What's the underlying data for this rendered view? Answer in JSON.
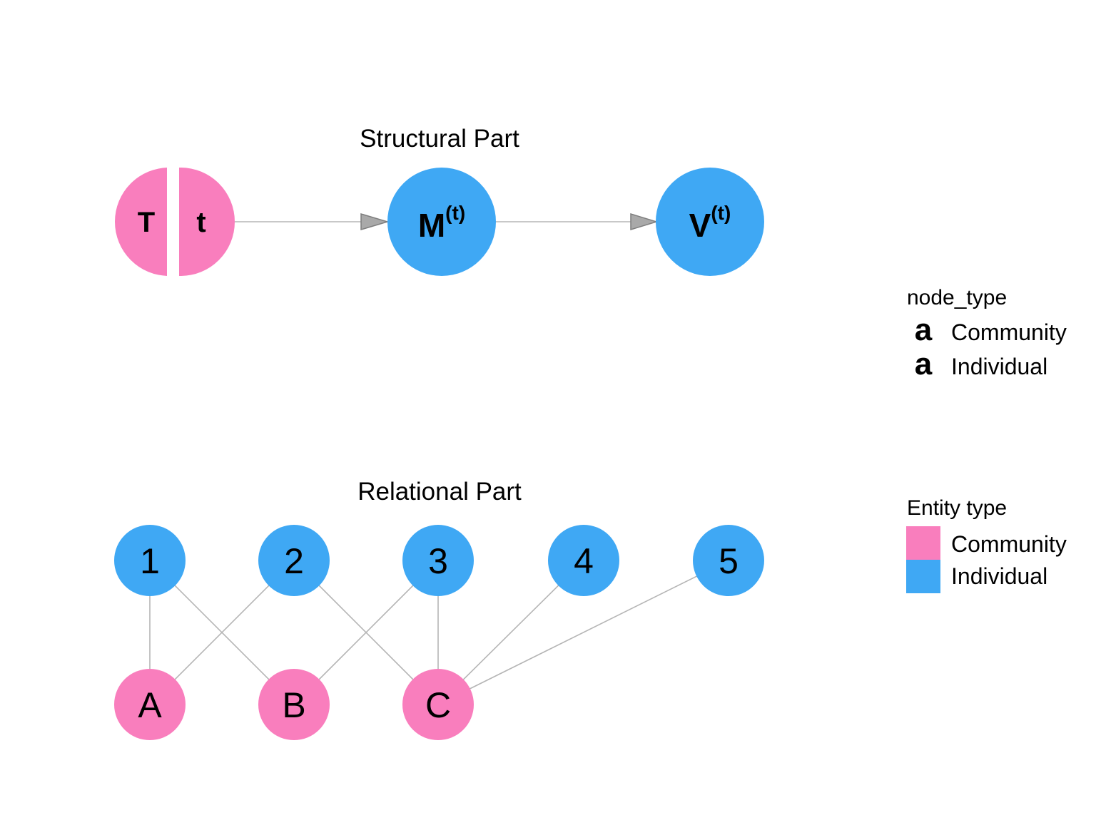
{
  "figure": {
    "structural_title": "Structural Part",
    "relational_title": "Relational Part"
  },
  "structural": {
    "community_node": {
      "label_left": "T",
      "label_right": "t"
    },
    "nodes": {
      "m": {
        "base": "M",
        "sup": "(t)"
      },
      "v": {
        "base": "V",
        "sup": "(t)"
      }
    },
    "edges": [
      "Tt→M",
      "M→V"
    ]
  },
  "relational": {
    "individuals": [
      "1",
      "2",
      "3",
      "4",
      "5"
    ],
    "communities": [
      "A",
      "B",
      "C"
    ],
    "edges": [
      "1–A",
      "1–B",
      "2–A",
      "2–C",
      "3–B",
      "3–C",
      "4–C",
      "5–C"
    ]
  },
  "legend_node_type": {
    "title": "node_type",
    "key_glyph": "a",
    "items": [
      {
        "label": "Community"
      },
      {
        "label": "Individual"
      }
    ]
  },
  "legend_entity_type": {
    "title": "Entity type",
    "items": [
      {
        "label": "Community",
        "color": "#f97ebd"
      },
      {
        "label": "Individual",
        "color": "#3fa8f4"
      }
    ]
  },
  "colors": {
    "community_pink": "#f97ebd",
    "individual_blue": "#3fa8f4",
    "edge_gray": "#b5b5b5",
    "arrow_fill": "#a9a9a9",
    "arrow_stroke": "#7e7e7e",
    "text": "#000000"
  }
}
